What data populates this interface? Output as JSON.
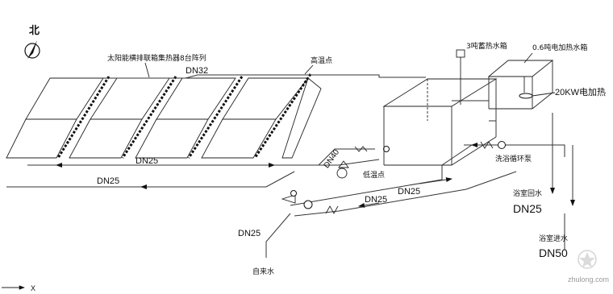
{
  "compass": {
    "label": "北"
  },
  "collector": {
    "label": "太阳能横排联箱集热器8台阵列",
    "high_temp_point": "高温点",
    "low_temp_point": "低温点"
  },
  "pipes": {
    "top_supply": "DN32",
    "collector_return": "DN25",
    "left_return": "DN25",
    "branch": "DN40",
    "mid_right": "DN25",
    "mid_left": "DN25",
    "cold_feed": "DN25"
  },
  "tanks": {
    "storage": "3吨蓄热水箱",
    "heater": "0.6吨电加热水箱",
    "electric_heater": "20KW电加热"
  },
  "pumps": {
    "circulation": "洗浴循环泵"
  },
  "bath": {
    "return_label": "浴室回水",
    "return_size": "DN25",
    "supply_label": "浴室进水",
    "supply_size": "DN50"
  },
  "water_source": {
    "label": "自来水"
  },
  "axis": {
    "x": "X"
  },
  "watermark": {
    "text": "zhulong.com"
  }
}
